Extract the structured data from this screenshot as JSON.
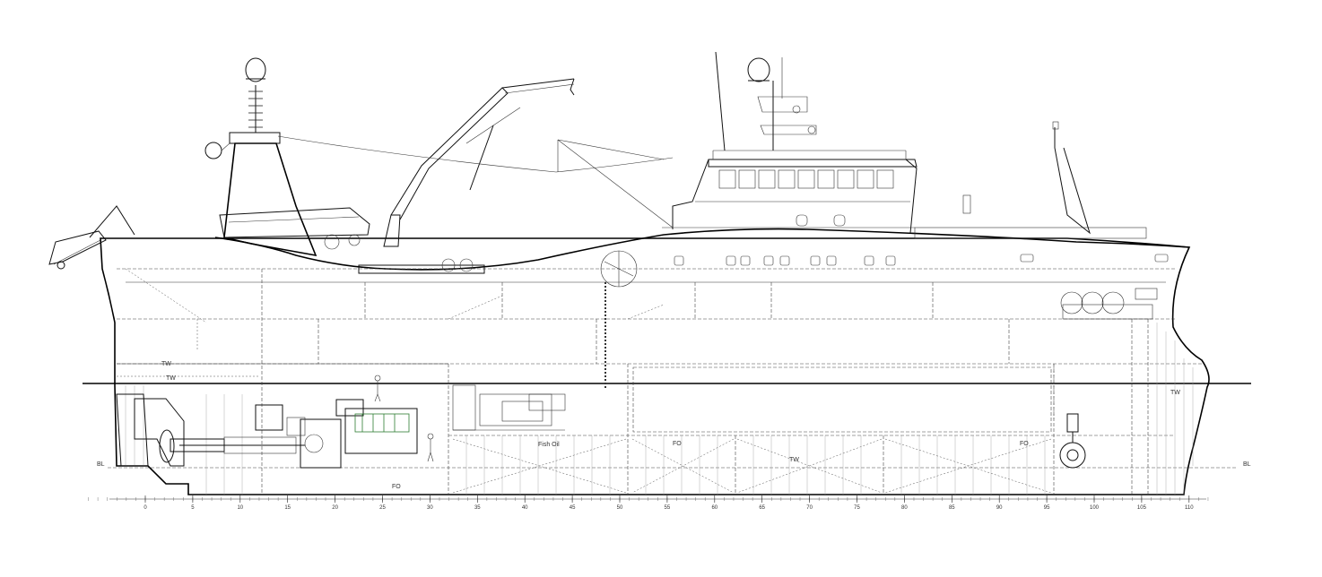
{
  "labels": {
    "tw_aft_upper": "TW",
    "tw_aft_lower": "TW",
    "tw_fwd": "TW",
    "tw_mid": "TW",
    "fish_oil": "Fish Oil",
    "fo_mid": "FO",
    "fo_fwd": "FO",
    "fo_engine": "FO",
    "bl_left": "BL",
    "bl_right": "BL"
  },
  "frame_scale": {
    "ticks": [
      "0",
      "5",
      "10",
      "15",
      "20",
      "25",
      "30",
      "35",
      "40",
      "45",
      "50",
      "55",
      "60",
      "65",
      "70",
      "75",
      "80",
      "85",
      "90",
      "95",
      "100",
      "105",
      "110"
    ]
  },
  "colors": {
    "line": "#000000",
    "machinery_accent": "#2e7d32"
  }
}
